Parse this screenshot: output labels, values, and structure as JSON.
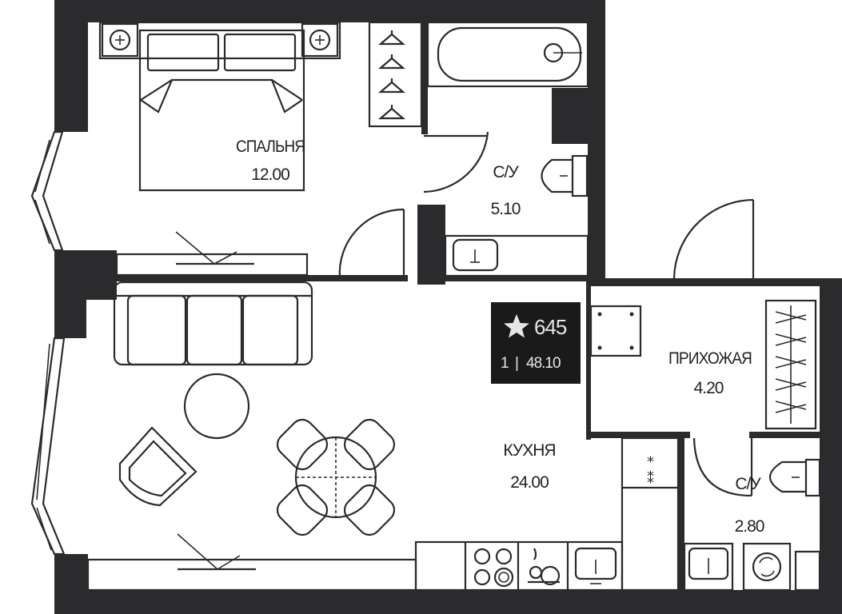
{
  "rooms": {
    "bedroom": {
      "label": "СПАЛЬНЯ",
      "area": "12.00"
    },
    "bath_big": {
      "label": "С/У",
      "area": "5.10"
    },
    "hallway": {
      "label": "ПРИХОЖАЯ",
      "area": "4.20"
    },
    "kitchen": {
      "label": "КУХНЯ",
      "area": "24.00"
    },
    "bath_small": {
      "label": "С/У",
      "area": "2.80"
    }
  },
  "badge": {
    "icon": "star-icon",
    "number": "645",
    "rooms_count": "1",
    "separator": "|",
    "total_area": "48.10"
  },
  "colors": {
    "wall": "#2b2b2d",
    "background": "#ffffff",
    "badge": "#1a1a1a"
  }
}
